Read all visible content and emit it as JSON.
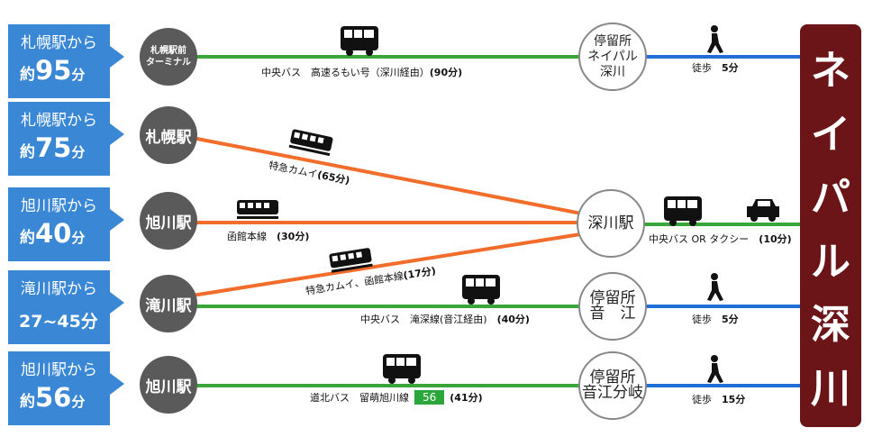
{
  "colors": {
    "green": "#3aa63a",
    "blue": "#1f6fd6",
    "orange": "#f26d2b",
    "callout": "#3a87d6",
    "station": "#5a5a5a",
    "destination": "#6b1518"
  },
  "callouts": [
    {
      "from": "札幌駅から",
      "prefix": "約",
      "value": "95",
      "unit": "分"
    },
    {
      "from": "札幌駅から",
      "prefix": "約",
      "value": "75",
      "unit": "分"
    },
    {
      "from": "旭川駅から",
      "prefix": "約",
      "value": "40",
      "unit": "分"
    },
    {
      "from": "滝川駅から",
      "range": "27~45分"
    },
    {
      "from": "旭川駅から",
      "prefix": "約",
      "value": "56",
      "unit": "分"
    }
  ],
  "stations": {
    "sapporo_terminal": "札幌駅前\nターミナル",
    "sapporo": "札幌駅",
    "asahikawa": "旭川駅",
    "takikawa": "滝川駅",
    "asahikawa2": "旭川駅",
    "fukagawa": "深川駅"
  },
  "stops": {
    "neipal": "停留所\nネイパル\n深川",
    "otoe": "停留所\n音　江",
    "otoe_bunki": "停留所\n音江分岐"
  },
  "labels": {
    "route1": "中央バス　高速るもい号（深川経由）",
    "route1_time": "(90分)",
    "walk1": "徒歩",
    "walk1_time": "5分",
    "route2": "特急カムイ",
    "route2_time": "(65分)",
    "route3": "函館本線",
    "route3_time": "(30分)",
    "route4": "特急カムイ、函館本線",
    "route4_time": "(17分)",
    "fukagawa_to": "中央バス OR タクシー",
    "fukagawa_time": "(10分)",
    "route5": "中央バス　滝深線(音江経由)",
    "route5_time": "(40分)",
    "walk2": "徒歩",
    "walk2_time": "5分",
    "route6": "道北バス　留萌旭川線",
    "route6_badge": "56",
    "route6_time": "(41分)",
    "walk3": "徒歩",
    "walk3_time": "15分"
  },
  "destination": [
    "ネ",
    "イ",
    "パ",
    "ル",
    "深",
    "川"
  ],
  "icons": [
    "bus-icon",
    "train-icon",
    "walking-person-icon",
    "car-icon"
  ]
}
